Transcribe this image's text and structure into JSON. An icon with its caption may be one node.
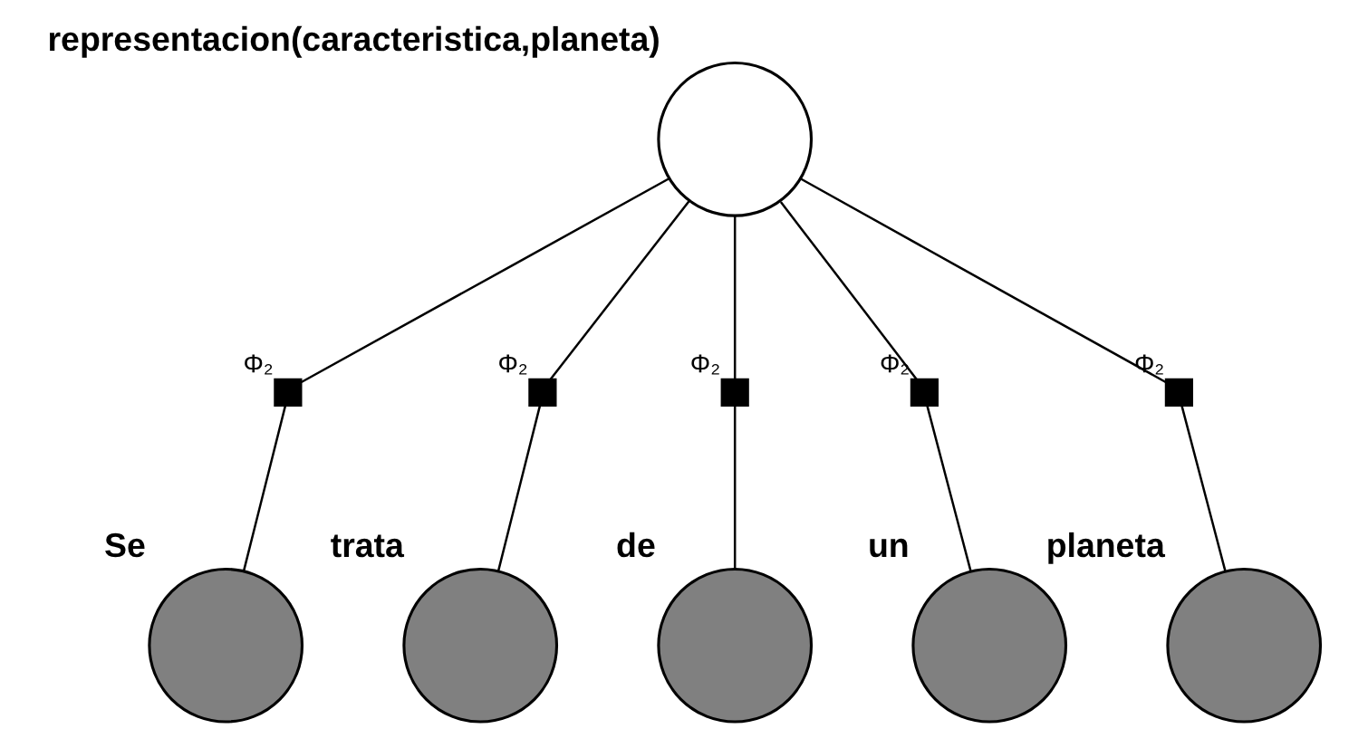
{
  "diagram": {
    "nodes": [
      {
        "text": [
          "representacion(caracteristica,planeta)"
        ]
      },
      {
        "text": [],
        "shape": "box",
        "beside": [
          "Φ₂"
        ]
      },
      {
        "text": [],
        "shape": "box",
        "beside": [
          "Φ₂"
        ]
      },
      {
        "text": [],
        "shape": "box",
        "beside": [
          "Φ₂"
        ]
      },
      {
        "text": [],
        "shape": "box",
        "beside": [
          "Φ₂"
        ]
      },
      {
        "text": [],
        "shape": "box",
        "beside": [
          "Φ₂"
        ]
      },
      {
        "text": [
          "Se"
        ]
      },
      {
        "text": [
          "trata"
        ]
      },
      {
        "text": [
          "de"
        ]
      },
      {
        "text": [
          "un"
        ]
      },
      {
        "text": [
          "planeta"
        ]
      }
    ],
    "edges": [
      {
        "from": 0,
        "to": 1,
        "arrow": "none"
      },
      {
        "from": 0,
        "to": 2,
        "arrow": "none"
      },
      {
        "from": 0,
        "to": 3,
        "arrow": "none"
      },
      {
        "from": 0,
        "to": 4,
        "arrow": "none"
      },
      {
        "from": 0,
        "to": 5,
        "arrow": "none"
      },
      {
        "from": 1,
        "to": 6,
        "arrow": "none"
      },
      {
        "from": 2,
        "to": 7,
        "arrow": "none"
      },
      {
        "from": 3,
        "to": 8,
        "arrow": "none"
      },
      {
        "from": 4,
        "to": 9,
        "arrow": "none"
      },
      {
        "from": 5,
        "to": 10,
        "arrow": "none"
      }
    ]
  }
}
